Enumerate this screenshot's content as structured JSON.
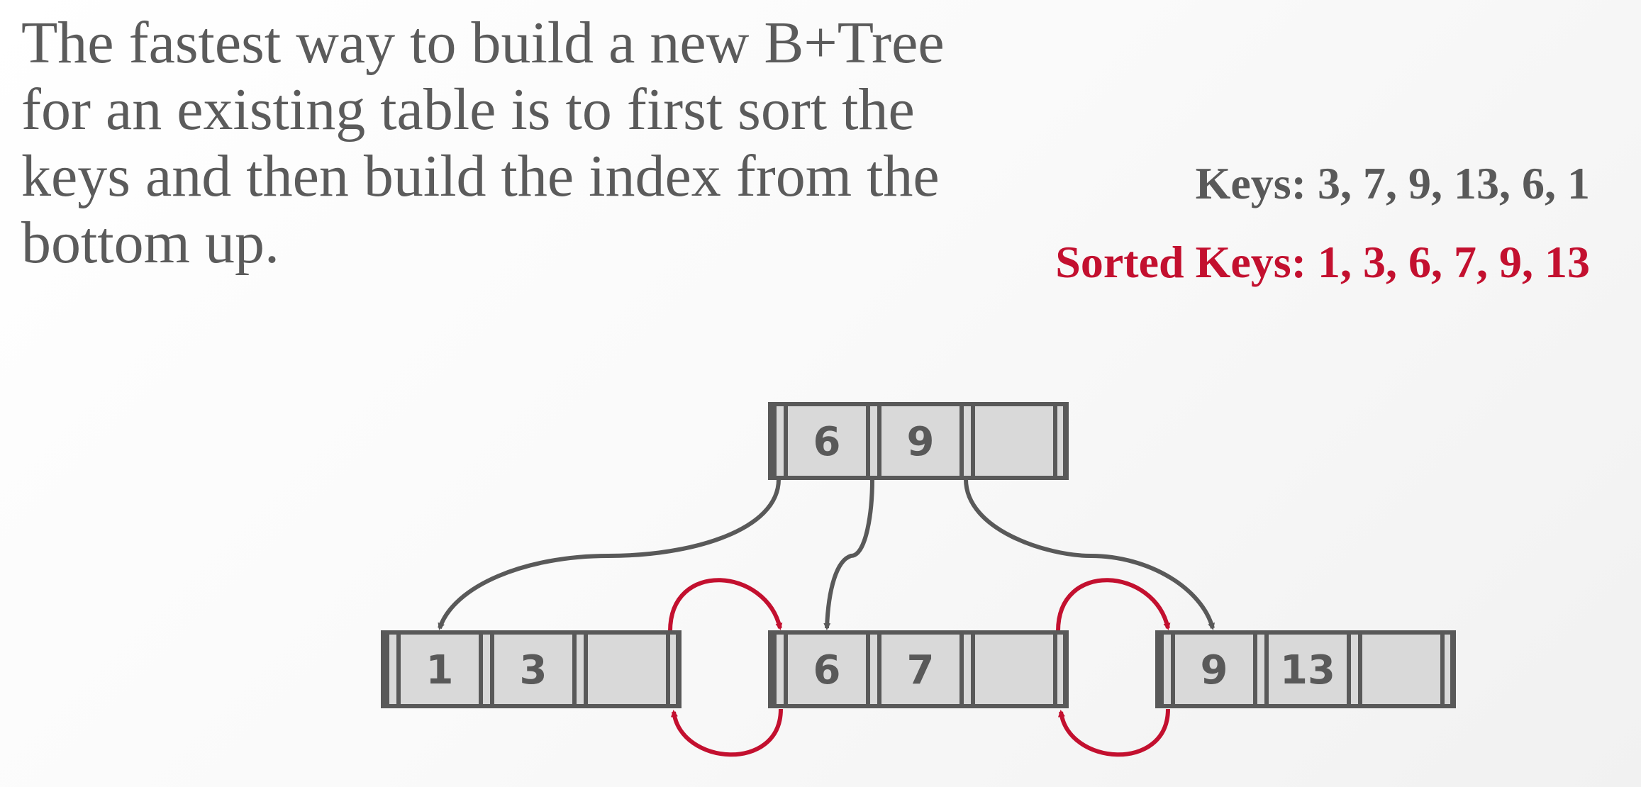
{
  "description": "The fastest way to build a new B+Tree for an existing table is to first sort the keys and then build the index from the bottom up.",
  "keys": {
    "label": "Keys:",
    "value": "3, 7, 9, 13, 6, 1"
  },
  "sorted_keys": {
    "label": "Sorted Keys:",
    "value": "1, 3, 6, 7, 9, 13"
  },
  "tree": {
    "root": {
      "keys": [
        "6",
        "9",
        ""
      ]
    },
    "leaves": [
      {
        "keys": [
          "1",
          "3",
          ""
        ]
      },
      {
        "keys": [
          "6",
          "7",
          ""
        ]
      },
      {
        "keys": [
          "9",
          "13",
          ""
        ]
      }
    ]
  },
  "colors": {
    "text": "#595959",
    "accent": "#c3102f",
    "node_fill": "#d9d9d9",
    "node_border": "#595959"
  }
}
